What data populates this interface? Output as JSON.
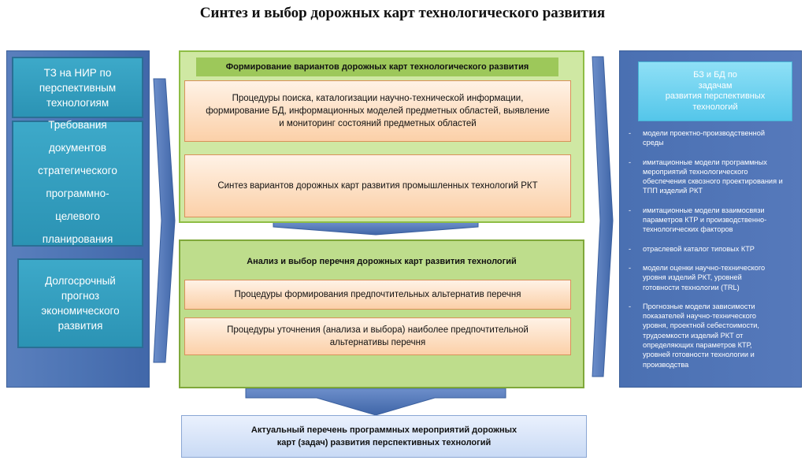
{
  "title": "Синтез и выбор дорожных карт технологического развития",
  "left": {
    "box1": [
      "ТЗ на НИР по",
      "перспективным",
      "технологиям"
    ],
    "box2": [
      "Требования",
      "документов",
      "стратегического",
      "программно-",
      "целевого",
      "планирования"
    ],
    "box3": [
      "Долгосрочный",
      "прогноз",
      "экономического",
      "развития"
    ]
  },
  "top_block": {
    "header": "Формирование  вариантов  дорожных карт технологического развития",
    "box1": [
      "Процедуры поиска, каталогизации научно-технической информации,",
      "формирование БД, информационных моделей предметных областей, выявление",
      "и мониторинг состояний предметных  областей"
    ],
    "box2": "Синтез вариантов дорожных карт  развития промышленных технологий РКТ"
  },
  "mid_block": {
    "header": "Анализ  и выбор перечня дорожных карт  развития  технологий",
    "box1": "Процедуры формирования предпочтительных  альтернатив перечня",
    "box2": [
      "Процедуры уточнения  (анализа и выбора) наиболее предпочтительной",
      "альтернативы перечня"
    ]
  },
  "bottom": [
    "Актуальный  перечень программных  мероприятий  дорожных",
    "карт  (задач)  развития     перспективных  технологий"
  ],
  "right": {
    "header": [
      "БЗ и БД по",
      "задачам",
      "развития перспективных",
      "технологий"
    ],
    "items": [
      {
        "dash": "-",
        "lines": [
          "модели проектно-производственной",
          "среды"
        ]
      },
      {
        "dash": "-",
        "lines": [
          "имитационные модели программных",
          "мероприятий технологического",
          "обеспечения сквозного проектирования и",
          "ТПП изделий РКТ"
        ]
      },
      {
        "dash": "-",
        "lines": [
          "имитационные модели взаимосвязи",
          "параметров КТР и производственно-",
          "технологических факторов"
        ]
      },
      {
        "dash": "-",
        "lines": [
          "отраслевой каталог типовых  КТР"
        ]
      },
      {
        "dash": "-",
        "lines": [
          "модели оценки научно-технического",
          "уровня изделий РКТ, уровней",
          "готовности технологии (TRL)"
        ]
      },
      {
        "dash": "-",
        "lines": [
          "Прогнозные модели зависимости",
          "показателей    научно-технического",
          "уровня,    проектной себестоимости,",
          "трудоемкости изделий РКТ от",
          "определяющих параметров КТР,",
          "уровней готовности технологии и",
          "производства"
        ]
      }
    ]
  },
  "colors": {
    "left_panel": "#4d74b4",
    "cyan_box": "#2e97b8",
    "green_outer": "#cfe8a3",
    "green_header": "#9dc85a",
    "orange_box": "#fbd0a8",
    "arrow_blue": "#4a70b2",
    "light_blue_head": "#6fd1ef",
    "bottom_box": "#d6e4f8"
  }
}
